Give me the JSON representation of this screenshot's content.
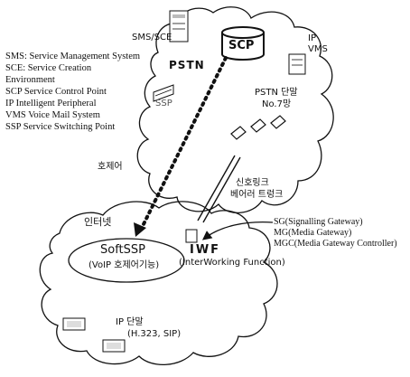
{
  "nodes": {
    "sms_sce": "SMS/SCE",
    "scp": "SCP",
    "pstn": "PSTN",
    "ip_vms": [
      "IP",
      "VMS"
    ],
    "ssp": "SSP",
    "pstn_terminal": [
      "PSTN 단말",
      "No.7망"
    ],
    "internet": "인터넷",
    "softssp": "SoftSSP",
    "softssp_sub": "(VoIP 호제어기능)",
    "iwf": "IWF",
    "iwf_sub": "(InterWorking Function)",
    "ip_terminal": [
      "IP 단말",
      "(H.323, SIP)"
    ]
  },
  "links": {
    "call_control": "호제어",
    "signal_bearer": [
      "신호링크",
      "베어러 트렁크"
    ]
  },
  "legend": [
    "SMS: Service Management System",
    "SCE: Service Creation",
    "Environment",
    "SCP  Service Control Point",
    "IP  Intelligent Peripheral",
    "VMS  Voice Mail System",
    "SSP  Service Switching Point"
  ],
  "iwf_components": [
    "SG(Signalling Gateway)",
    "MG(Media Gateway)",
    "MGC(Media Gateway Controller)"
  ],
  "colors": {
    "ink": "#111111",
    "background": "#ffffff"
  }
}
